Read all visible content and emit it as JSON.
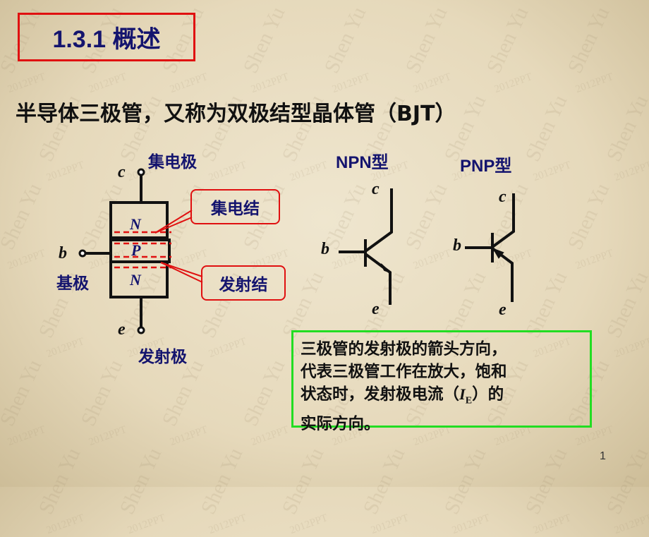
{
  "watermark": {
    "text1": "Shen Yu",
    "text2": "2012PPT"
  },
  "title": "1.3.1  概述",
  "heading": "半导体三极管，又称为双极结型晶体管（BJT）",
  "structure": {
    "collector_label": "集电极",
    "base_label": "基极",
    "emitter_label": "发射极",
    "c": "c",
    "b": "b",
    "e": "e",
    "layer_top": "N",
    "layer_mid": "P",
    "layer_bottom": "N",
    "collector_junction": "集电结",
    "emitter_junction": "发射结"
  },
  "npn": {
    "label": "NPN型",
    "c": "c",
    "b": "b",
    "e": "e"
  },
  "pnp": {
    "label": "PNP型",
    "c": "c",
    "b": "b",
    "e": "e"
  },
  "note": {
    "line1": "三极管的发射极的箭头方向，",
    "line2": "代表三极管工作在放大，饱和",
    "line3_pre": "状态时，发射极电流（",
    "current_symbol": "I",
    "current_sub": "E",
    "line3_post": "）的",
    "line4": "实际方向。"
  },
  "page_number": "1"
}
